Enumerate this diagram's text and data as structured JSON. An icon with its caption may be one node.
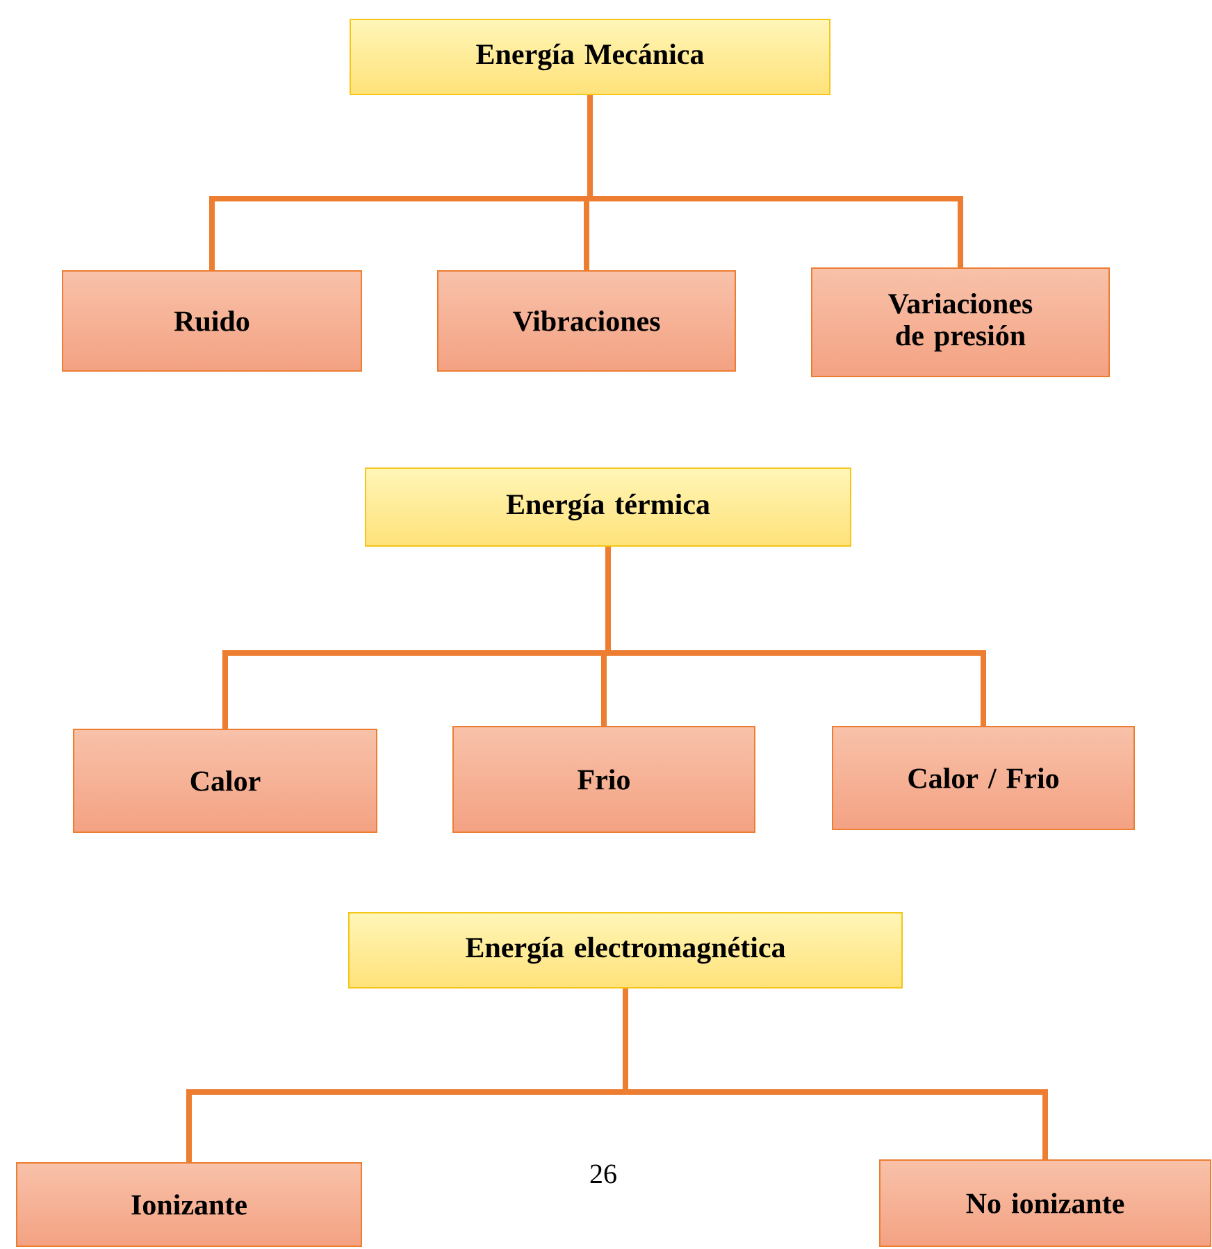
{
  "diagram": {
    "nodes": [
      {
        "text": [
          "Energía Mecánica"
        ]
      },
      {
        "text": [
          "Ruido"
        ]
      },
      {
        "text": [
          "Vibraciones"
        ]
      },
      {
        "text": [
          "Variaciones de presión"
        ]
      },
      {
        "text": [
          "Energía térmica"
        ]
      },
      {
        "text": [
          "Calor"
        ]
      },
      {
        "text": [
          "Frio"
        ]
      },
      {
        "text": [
          "Calor / Frio"
        ]
      },
      {
        "text": [
          "Energía electromagnética"
        ]
      },
      {
        "text": [
          "Ionizante"
        ]
      },
      {
        "text": [
          "No ionizante"
        ]
      }
    ],
    "edges": [
      {
        "from": 0,
        "to": 1,
        "arrow": "none"
      },
      {
        "from": 0,
        "to": 2,
        "arrow": "none"
      },
      {
        "from": 0,
        "to": 3,
        "arrow": "none"
      },
      {
        "from": 4,
        "to": 5,
        "arrow": "none"
      },
      {
        "from": 4,
        "to": 6,
        "arrow": "none"
      },
      {
        "from": 4,
        "to": 7,
        "arrow": "none"
      },
      {
        "from": 8,
        "to": 9,
        "arrow": "none"
      },
      {
        "from": 8,
        "to": 10,
        "arrow": "none"
      }
    ],
    "labels": [
      "26"
    ]
  }
}
